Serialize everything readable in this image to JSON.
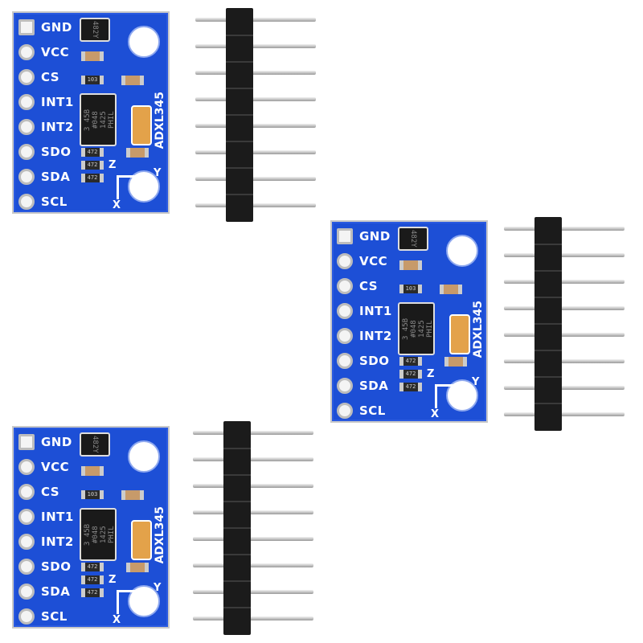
{
  "product": {
    "model": "ADXL345",
    "pins": [
      "GND",
      "VCC",
      "CS",
      "INT1",
      "INT2",
      "SDO",
      "SDA",
      "SCL"
    ],
    "chip_marking": [
      "3 45B",
      "#048",
      "1425",
      "PHIL"
    ],
    "regulator_marking": "482Y",
    "resistor_markings": [
      "103",
      "472",
      "472",
      "472"
    ],
    "axes": [
      "X",
      "Y",
      "Z"
    ],
    "board_color": "#1d4fd6"
  },
  "boards": [
    {
      "name": "board-top-left"
    },
    {
      "name": "board-middle-right"
    },
    {
      "name": "board-bottom-left"
    }
  ]
}
